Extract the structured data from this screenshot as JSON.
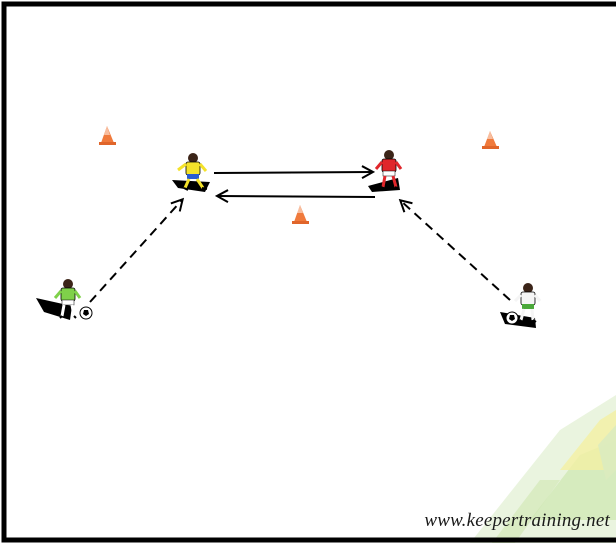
{
  "diagram": {
    "watermark": "www.keepertraining.net",
    "colors": {
      "border": "#000000",
      "cone": "#f07a3c",
      "arrow": "#000000",
      "player_yellow": "#f4e22a",
      "player_red": "#e0262b",
      "player_green": "#7fd14a",
      "player_white": "#f5f5f5",
      "logo_green": "#c9e4a8",
      "logo_yellow": "#f2ef9a"
    },
    "cones": [
      {
        "name": "cone-top-left"
      },
      {
        "name": "cone-top-right"
      },
      {
        "name": "cone-center"
      }
    ],
    "players": [
      {
        "name": "player-yellow",
        "shirt": "player_yellow"
      },
      {
        "name": "player-red",
        "shirt": "player_red"
      },
      {
        "name": "player-green-keeper",
        "shirt": "player_green"
      },
      {
        "name": "player-white",
        "shirt": "player_white"
      }
    ],
    "arrows": [
      {
        "name": "pass-arrow-yellow-to-red",
        "style": "solid"
      },
      {
        "name": "pass-arrow-red-to-yellow",
        "style": "solid"
      },
      {
        "name": "run-arrow-green-to-yellow",
        "style": "dashed"
      },
      {
        "name": "run-arrow-white-to-red",
        "style": "dashed"
      }
    ]
  }
}
